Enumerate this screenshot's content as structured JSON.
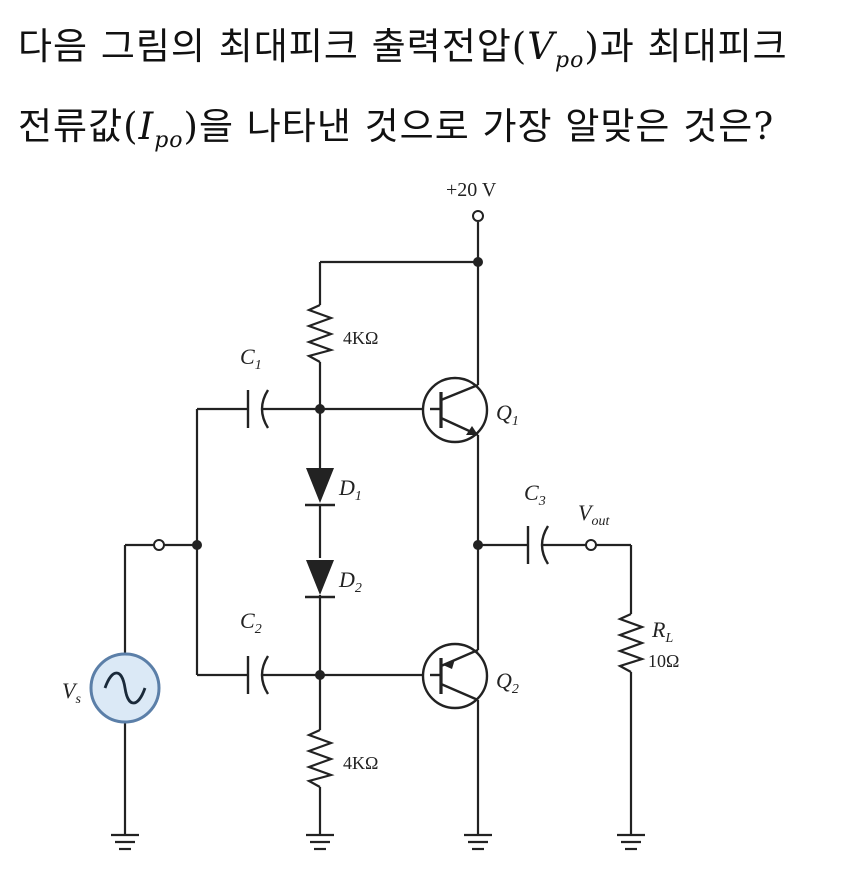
{
  "question": {
    "line1_pre": "다음 그림의 최대피크 출력전압(",
    "line1_var": "V",
    "line1_sub": "po",
    "line1_post": ")과 최대피크",
    "line2_pre": "전류값(",
    "line2_var": "I",
    "line2_sub": "po",
    "line2_post": ")을 나타낸 것으로 가장 알맞은 것은?"
  },
  "circuit": {
    "supply": "+20 V",
    "r_top": "4KΩ",
    "r_bottom": "4KΩ",
    "c1": {
      "main": "C",
      "sub": "1"
    },
    "c2": {
      "main": "C",
      "sub": "2"
    },
    "c3": {
      "main": "C",
      "sub": "3"
    },
    "d1": {
      "main": "D",
      "sub": "1"
    },
    "d2": {
      "main": "D",
      "sub": "2"
    },
    "q1": {
      "main": "Q",
      "sub": "1"
    },
    "q2": {
      "main": "Q",
      "sub": "2"
    },
    "vout": {
      "main": "V",
      "sub": "out"
    },
    "vs": {
      "main": "V",
      "sub": "s"
    },
    "rl": {
      "main": "R",
      "sub": "L",
      "value": "10Ω"
    }
  },
  "colors": {
    "wire": "#222222",
    "source_fill": "#dbe9f6",
    "source_stroke": "#5b7fa8"
  }
}
